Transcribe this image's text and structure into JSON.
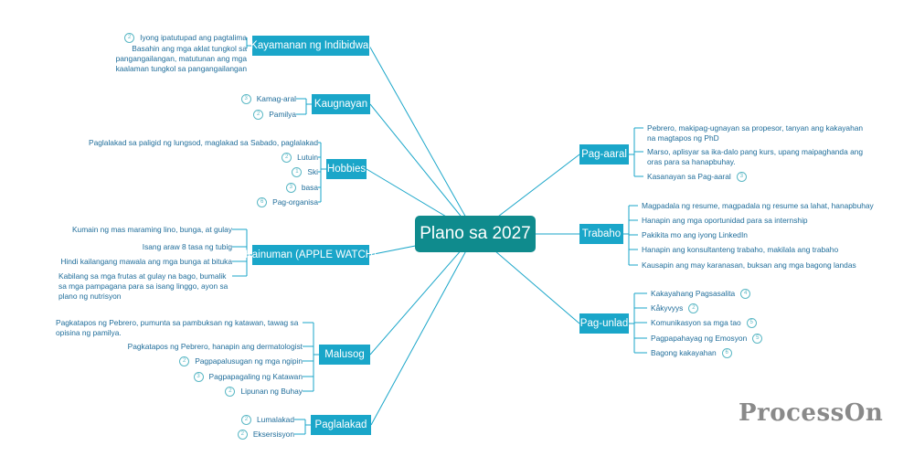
{
  "center": {
    "label": "Plano sa 2027"
  },
  "branches": {
    "kayamanan": {
      "label": "Kayamanan ng Indibidwal",
      "items": [
        {
          "text": "Iyong ipatutupad ang pagtalima",
          "badge": "2"
        },
        {
          "text": "Basahin ang mga aklat tungkol sa pangangailangan, matutunan ang mga kaalaman tungkol sa pangangailangan",
          "badge": ""
        }
      ]
    },
    "kaugnayan": {
      "label": "Kaugnayan",
      "items": [
        {
          "text": "Kamag-aral",
          "badge": "3"
        },
        {
          "text": "Pamilya",
          "badge": "2"
        }
      ]
    },
    "hobbies": {
      "label": "Hobbies",
      "items": [
        {
          "text": "Paglalakad sa paligid ng lungsod, maglakad sa Sabado, paglalakad",
          "badge": ""
        },
        {
          "text": "Lutuin",
          "badge": "2"
        },
        {
          "text": "Ski",
          "badge": "1"
        },
        {
          "text": "basa",
          "badge": "3"
        },
        {
          "text": "Pag-organisa",
          "badge": "6"
        }
      ]
    },
    "kainuman": {
      "label": "Kainuman (APPLE WATCH)",
      "items": [
        {
          "text": "Kumain ng mas maraming lino, bunga, at gulay",
          "badge": ""
        },
        {
          "text": "Isang araw 8 tasa ng tubig",
          "badge": ""
        },
        {
          "text": "Hindi kailangang mawala ang mga bunga at bituka",
          "badge": ""
        },
        {
          "text": "Kabilang sa mga frutas at gulay na bago, bumalik sa mga pampagana para sa isang linggo, ayon sa plano ng nutrisyon",
          "badge": ""
        }
      ]
    },
    "malusog": {
      "label": "Malusog",
      "items": [
        {
          "text": "Pagkatapos ng Pebrero, pumunta sa pambuksan ng katawan, tawag sa opisina ng pamilya.",
          "badge": ""
        },
        {
          "text": "Pagkatapos ng Pebrero, hanapin ang dermatologist",
          "badge": ""
        },
        {
          "text": "Pagpapalusugan ng mga ngipin",
          "badge": "2"
        },
        {
          "text": "Pagpapagaling ng Katawan",
          "badge": "3"
        },
        {
          "text": "Lipunan ng Buhay",
          "badge": "2"
        }
      ]
    },
    "paglalakad": {
      "label": "Paglalakad",
      "items": [
        {
          "text": "Lumalakad",
          "badge": "2"
        },
        {
          "text": "Eksersisyon",
          "badge": "2"
        }
      ]
    },
    "pagaaral": {
      "label": "Pag-aaral",
      "items": [
        {
          "text": "Pebrero, makipag-ugnayan sa propesor, tanyan ang kakayahan na magtapos ng PhD",
          "badge": ""
        },
        {
          "text": "Marso, aplisyar sa ika-dalo pang kurs, upang maipaghanda ang oras para sa hanapbuhay.",
          "badge": ""
        },
        {
          "text": "Kasanayan sa Pag-aaral",
          "badge": "3"
        }
      ]
    },
    "trabaho": {
      "label": "Trabaho",
      "items": [
        {
          "text": "Magpadala ng resume, magpadala ng resume sa lahat, hanapbuhay",
          "badge": ""
        },
        {
          "text": "Hanapin ang mga oportunidad para sa internship",
          "badge": ""
        },
        {
          "text": "Pakikita mo ang iyong LinkedIn",
          "badge": ""
        },
        {
          "text": "Hanapin ang konsultanteng trabaho, makilala ang trabaho",
          "badge": ""
        },
        {
          "text": "Kausapin ang may karanasan, buksan ang mga bagong landas",
          "badge": ""
        }
      ]
    },
    "pagunlad": {
      "label": "Pag-unlad",
      "items": [
        {
          "text": "Kakayahang Pagsasalita",
          "badge": "4"
        },
        {
          "text": "Kåkyvyys",
          "badge": "2"
        },
        {
          "text": "Komunikasyon sa mga tao",
          "badge": "5"
        },
        {
          "text": "Pagpapahayag ng Emosyon",
          "badge": "5"
        },
        {
          "text": "Bagong kakayahan",
          "badge": "6"
        }
      ]
    }
  },
  "watermark": {
    "text": "ProcessOn"
  },
  "colors": {
    "center": "#0f8b8d",
    "branch": "#1aa6c9",
    "line": "#1aa6c9",
    "text": "#1f6d9a",
    "badge": "#5bb8c5",
    "watermark": "#8a8a8a"
  }
}
